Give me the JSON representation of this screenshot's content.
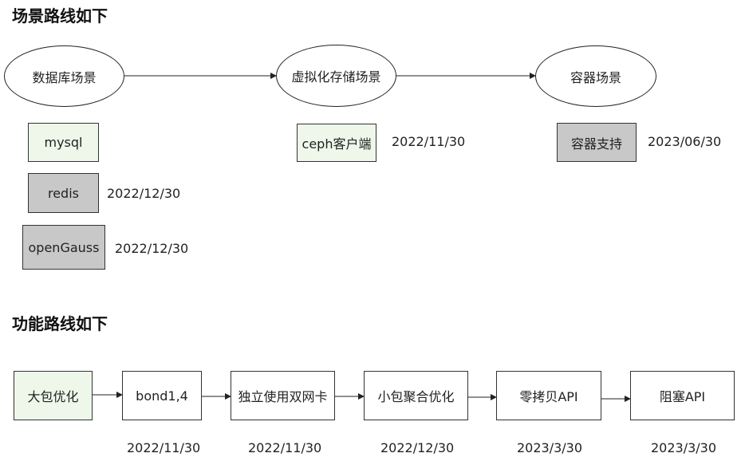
{
  "scenario_section": {
    "title": "场景路线如下",
    "scenes": [
      "数据库场景",
      "虚拟化存储场景",
      "容器场景"
    ],
    "items": [
      {
        "label": "mysql",
        "date": "",
        "color": "#eef7ea"
      },
      {
        "label": "redis",
        "date": "2022/12/30",
        "color": "#c8c8c8"
      },
      {
        "label": "openGauss",
        "date": "2022/12/30",
        "color": "#c8c8c8"
      },
      {
        "label": "ceph客户端",
        "date": "2022/11/30",
        "color": "#eef7ea"
      },
      {
        "label": "容器支持",
        "date": "2023/06/30",
        "color": "#c8c8c8"
      }
    ]
  },
  "feature_section": {
    "title": "功能路线如下",
    "steps": [
      {
        "label": "大包优化",
        "date": "",
        "color": "#eef7ea"
      },
      {
        "label": "bond1,4",
        "date": "2022/11/30",
        "color": "#ffffff"
      },
      {
        "label": "独立使用双网卡",
        "date": "2022/11/30",
        "color": "#ffffff"
      },
      {
        "label": "小包聚合优化",
        "date": "2022/12/30",
        "color": "#ffffff"
      },
      {
        "label": "零拷贝API",
        "date": "2023/3/30",
        "color": "#ffffff"
      },
      {
        "label": "阻塞API",
        "date": "2023/3/30",
        "color": "#ffffff"
      }
    ]
  }
}
